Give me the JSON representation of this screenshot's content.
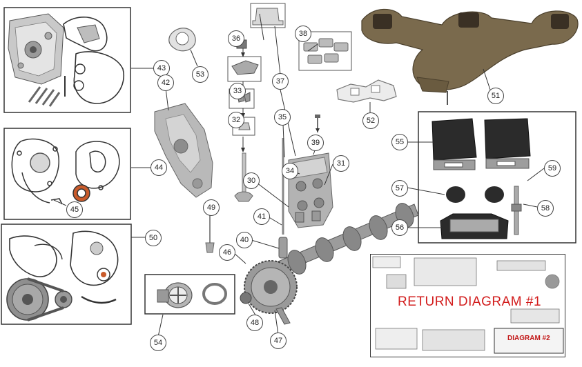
{
  "callouts": [
    {
      "id": "c30",
      "label": "30"
    },
    {
      "id": "c31",
      "label": "31"
    },
    {
      "id": "c32",
      "label": "32"
    },
    {
      "id": "c33",
      "label": "33"
    },
    {
      "id": "c34",
      "label": "34"
    },
    {
      "id": "c35",
      "label": "35"
    },
    {
      "id": "c36",
      "label": "36"
    },
    {
      "id": "c37",
      "label": "37"
    },
    {
      "id": "c38",
      "label": "38"
    },
    {
      "id": "c39",
      "label": "39"
    },
    {
      "id": "c40",
      "label": "40"
    },
    {
      "id": "c41",
      "label": "41"
    },
    {
      "id": "c42",
      "label": "42"
    },
    {
      "id": "c43",
      "label": "43"
    },
    {
      "id": "c44",
      "label": "44"
    },
    {
      "id": "c45",
      "label": "45"
    },
    {
      "id": "c46",
      "label": "46"
    },
    {
      "id": "c47",
      "label": "47"
    },
    {
      "id": "c48",
      "label": "48"
    },
    {
      "id": "c49",
      "label": "49"
    },
    {
      "id": "c50",
      "label": "50"
    },
    {
      "id": "c51",
      "label": "51"
    },
    {
      "id": "c52",
      "label": "52"
    },
    {
      "id": "c53",
      "label": "53"
    },
    {
      "id": "c54",
      "label": "54"
    },
    {
      "id": "c55",
      "label": "55"
    },
    {
      "id": "c56",
      "label": "56"
    },
    {
      "id": "c57",
      "label": "57"
    },
    {
      "id": "c58",
      "label": "58"
    },
    {
      "id": "c59",
      "label": "59"
    }
  ],
  "return_link": {
    "label": "RETURN DIAGRAM #1",
    "sub_label": "DIAGRAM #2"
  },
  "colors": {
    "metal": "#b9b9b9",
    "metal_dark": "#7d7d7d",
    "manifold": "#7a6a4d",
    "rubber": "#2b2b2b",
    "outline": "#333333",
    "accent_red": "#d21c1c"
  }
}
